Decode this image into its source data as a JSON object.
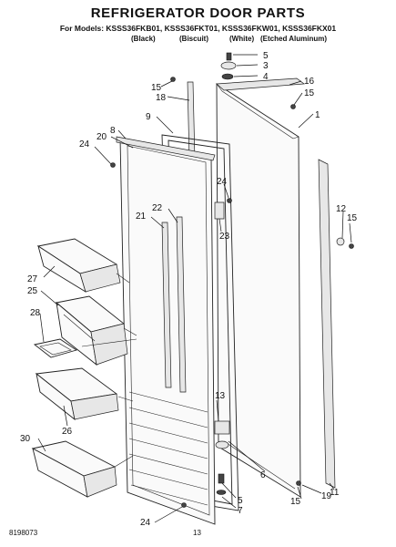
{
  "title": "REFRIGERATOR DOOR PARTS",
  "models_line": "For Models: KSSS36FKB01, KSSS36FKT01, KSSS36FKW01, KSSS36FKX01",
  "colors": [
    "(Black)",
    "(Biscuit)",
    "(White)",
    "(Etched Aluminum)"
  ],
  "callouts": {
    "c1": "1",
    "c3": "3",
    "c4": "4",
    "c5a": "5",
    "c5b": "5",
    "c6": "6",
    "c7": "7",
    "c8": "8",
    "c9": "9",
    "c11": "11",
    "c12": "12",
    "c13": "13",
    "c15a": "15",
    "c15b": "15",
    "c15c": "15",
    "c15d": "15",
    "c16": "16",
    "c18": "18",
    "c19": "19",
    "c20": "20",
    "c21": "21",
    "c22": "22",
    "c23": "23",
    "c24a": "24",
    "c24b": "24",
    "c24c": "24",
    "c25": "25",
    "c26": "26",
    "c27": "27",
    "c28": "28",
    "c30": "30"
  },
  "footer": {
    "doc_number": "8198073",
    "page_number": "13"
  }
}
